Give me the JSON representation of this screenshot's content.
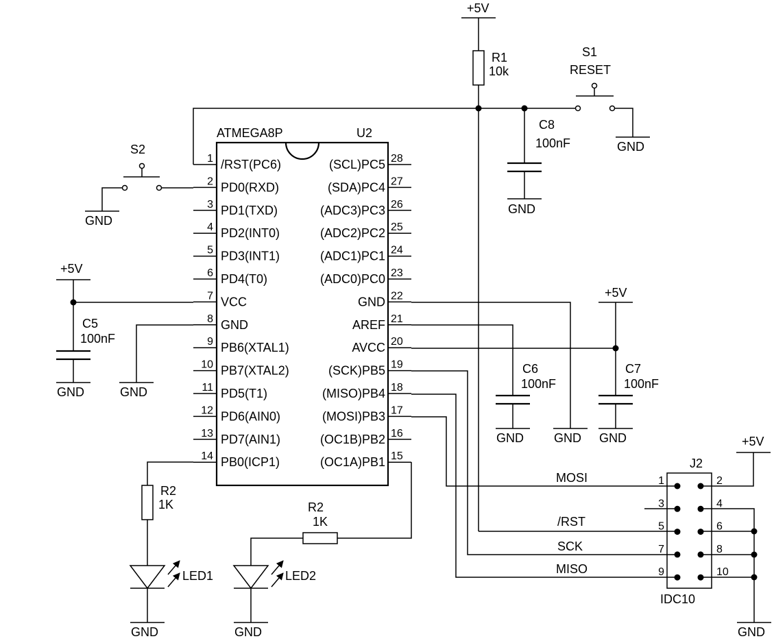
{
  "chip": {
    "name": "ATMEGA8P",
    "ref": "U2",
    "pins_left": [
      {
        "num": "1",
        "label": "/RST(PC6)"
      },
      {
        "num": "2",
        "label": "PD0(RXD)"
      },
      {
        "num": "3",
        "label": "PD1(TXD)"
      },
      {
        "num": "4",
        "label": "PD2(INT0)"
      },
      {
        "num": "5",
        "label": "PD3(INT1)"
      },
      {
        "num": "6",
        "label": "PD4(T0)"
      },
      {
        "num": "7",
        "label": "VCC"
      },
      {
        "num": "8",
        "label": "GND"
      },
      {
        "num": "9",
        "label": "PB6(XTAL1)"
      },
      {
        "num": "10",
        "label": "PB7(XTAL2)"
      },
      {
        "num": "11",
        "label": "PD5(T1)"
      },
      {
        "num": "12",
        "label": "PD6(AIN0)"
      },
      {
        "num": "13",
        "label": "PD7(AIN1)"
      },
      {
        "num": "14",
        "label": "PB0(ICP1)"
      }
    ],
    "pins_right": [
      {
        "num": "28",
        "label": "(SCL)PC5"
      },
      {
        "num": "27",
        "label": "(SDA)PC4"
      },
      {
        "num": "26",
        "label": "(ADC3)PC3"
      },
      {
        "num": "25",
        "label": "(ADC2)PC2"
      },
      {
        "num": "24",
        "label": "(ADC1)PC1"
      },
      {
        "num": "23",
        "label": "(ADC0)PC0"
      },
      {
        "num": "22",
        "label": "GND"
      },
      {
        "num": "21",
        "label": "AREF"
      },
      {
        "num": "20",
        "label": "AVCC"
      },
      {
        "num": "19",
        "label": "(SCK)PB5"
      },
      {
        "num": "18",
        "label": "(MISO)PB4"
      },
      {
        "num": "17",
        "label": "(MOSI)PB3"
      },
      {
        "num": "16",
        "label": "(OC1B)PB2"
      },
      {
        "num": "15",
        "label": "(OC1A)PB1"
      }
    ]
  },
  "power": {
    "vcc": "+5V",
    "gnd": "GND"
  },
  "components": {
    "r1": {
      "ref": "R1",
      "value": "10k"
    },
    "s1": {
      "ref": "S1",
      "name": "RESET"
    },
    "s2": {
      "ref": "S2"
    },
    "c5": {
      "ref": "C5",
      "value": "100nF"
    },
    "c6": {
      "ref": "C6",
      "value": "100nF"
    },
    "c7": {
      "ref": "C7",
      "value": "100nF"
    },
    "c8": {
      "ref": "C8",
      "value": "100nF"
    },
    "r2a": {
      "ref": "R2",
      "value": "1K"
    },
    "r2b": {
      "ref": "R2",
      "value": "1K"
    },
    "led1": {
      "ref": "LED1"
    },
    "led2": {
      "ref": "LED2"
    }
  },
  "connector": {
    "ref": "J2",
    "type": "IDC10",
    "pins_left": [
      "1",
      "3",
      "5",
      "7",
      "9"
    ],
    "pins_right": [
      "2",
      "4",
      "6",
      "8",
      "10"
    ],
    "signals": {
      "mosi": "MOSI",
      "rst": "/RST",
      "sck": "SCK",
      "miso": "MISO"
    }
  }
}
